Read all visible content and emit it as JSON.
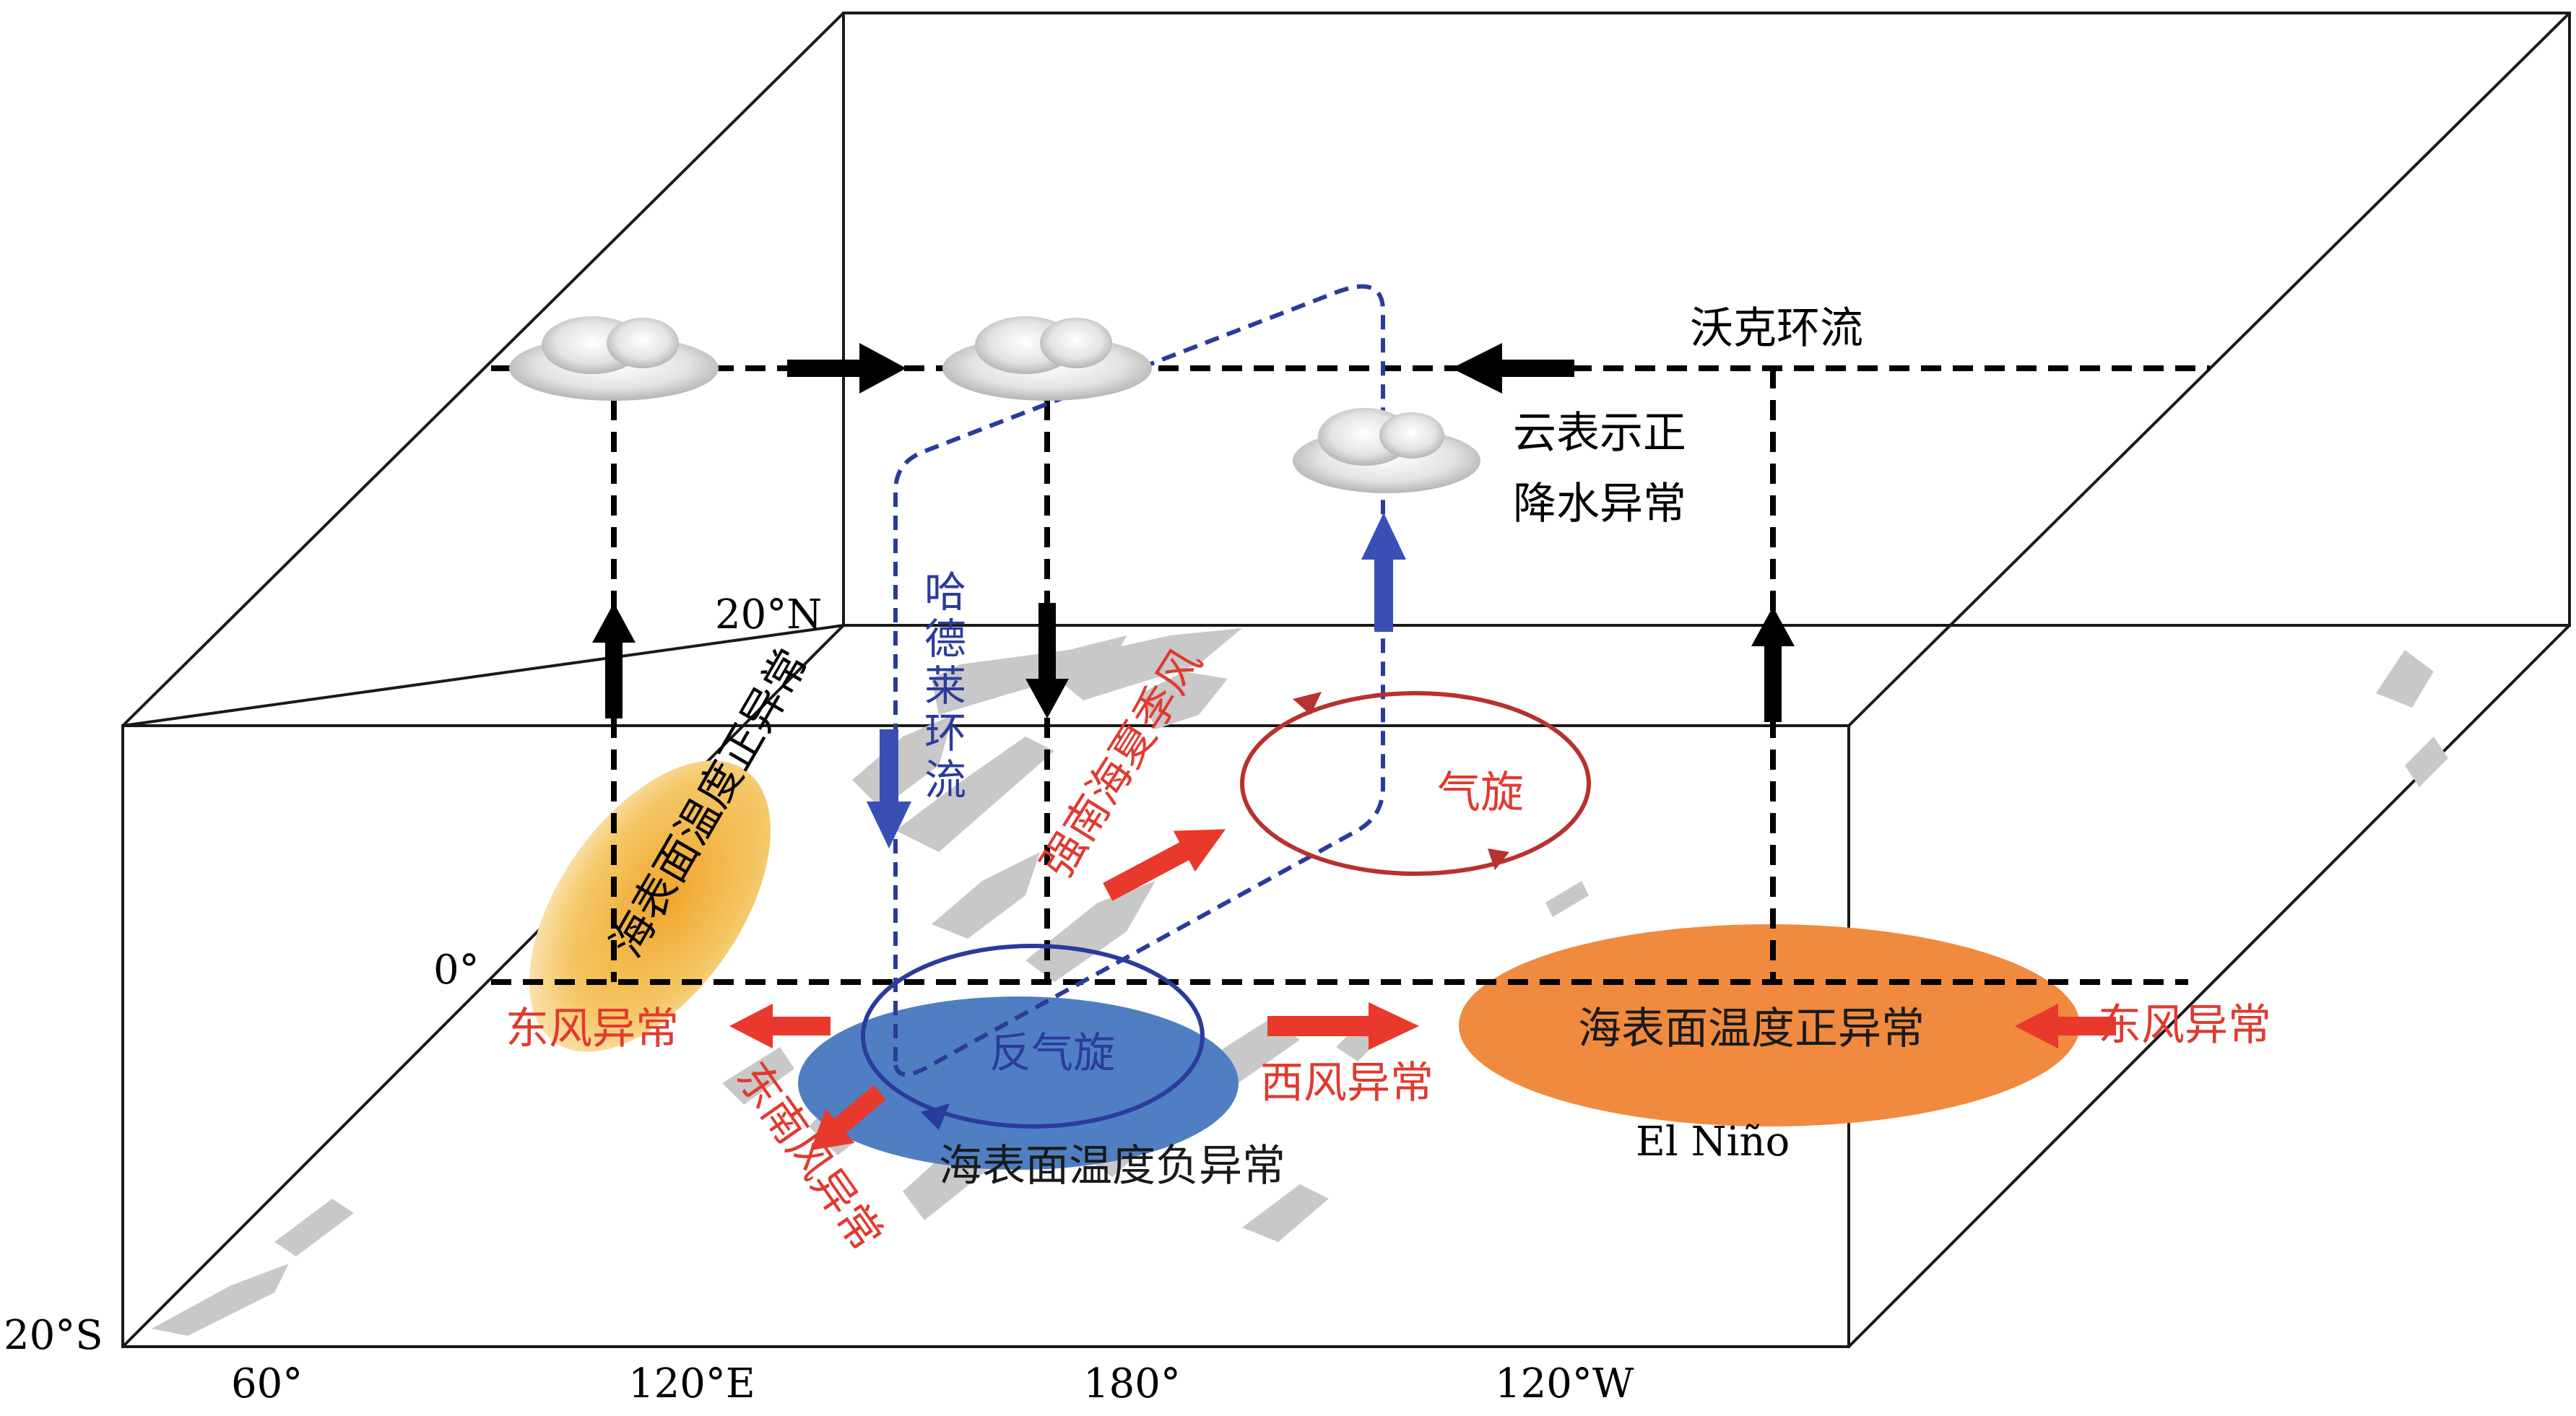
{
  "walker": {
    "label": "沃克环流"
  },
  "cloud_note": {
    "line1": "云表示正",
    "line2": "降水异常"
  },
  "hadley": {
    "chars": [
      "哈",
      "德",
      "莱",
      "环",
      "流"
    ]
  },
  "lat": {
    "north": "20°N",
    "equator": "0°",
    "south": "20°S"
  },
  "lon": [
    "60°",
    "120°E",
    "180°",
    "120°W"
  ],
  "west_warm": {
    "label": "海表面温度正异常"
  },
  "east_warm": {
    "label": "海表面温度正异常",
    "caption": "El Niño"
  },
  "cold_pool": {
    "label": "海表面温度负异常"
  },
  "anticyclone": {
    "label": "反气旋"
  },
  "cyclone": {
    "label": "气旋"
  },
  "winds": {
    "east_left": "东风异常",
    "east_right": "东风异常",
    "west": "西风异常",
    "southeast": "东南风异常",
    "scs_monsoon": "强南海夏季风"
  },
  "colors": {
    "walker": "#000000",
    "hadley": "#2b3b9b",
    "wind_arrow": "#e8392c",
    "warm_east": "#f08a3e",
    "warm_west": "#f2b33d",
    "cold": "#4f7fc2",
    "cyclone": "#b7322e",
    "anticyclone": "#2b3b9b"
  }
}
